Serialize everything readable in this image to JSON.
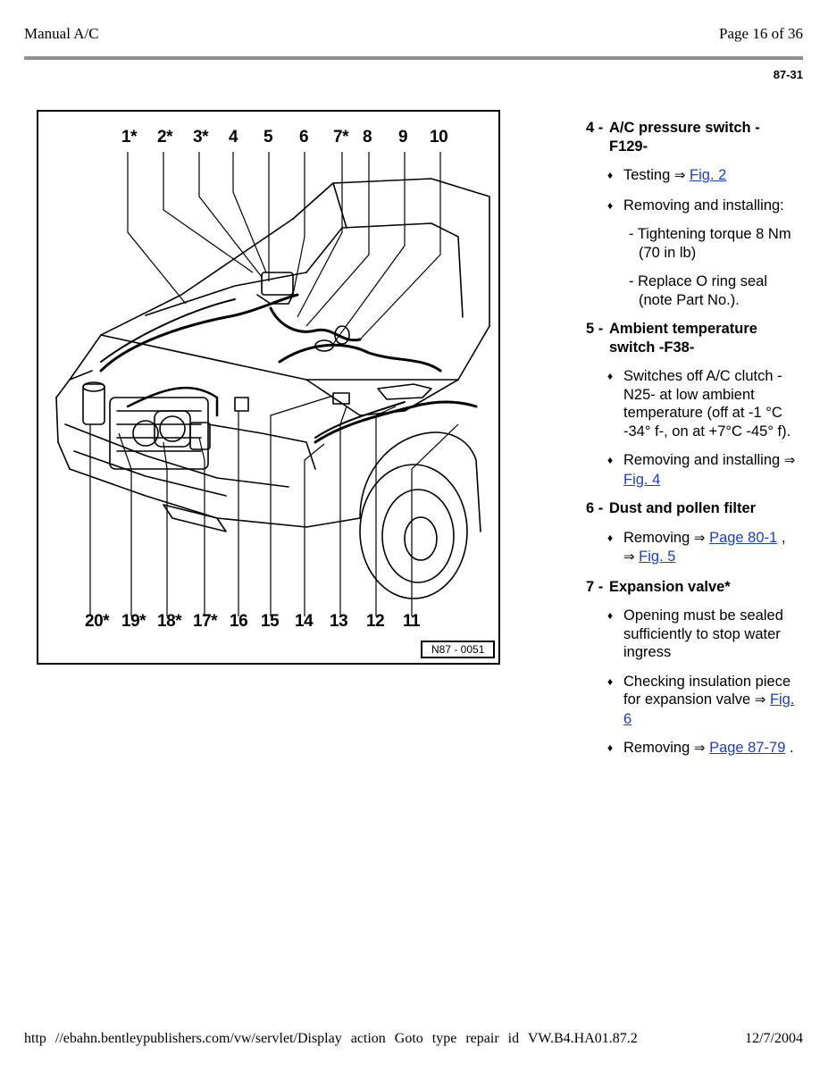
{
  "header": {
    "title": "Manual A/C",
    "page": "Page 16 of 36",
    "section_code": "87-31"
  },
  "figure": {
    "top_callouts": [
      "1*",
      "2*",
      "3*",
      "4",
      "5",
      "6",
      "7*",
      "8",
      "9",
      "10"
    ],
    "bottom_callouts": [
      "20*",
      "19*",
      "18*",
      "17*",
      "16",
      "15",
      "14",
      "13",
      "12",
      "11"
    ],
    "ref": "N87 - 0051"
  },
  "items": {
    "i4": {
      "num": "4 -",
      "title": "A/C pressure switch - F129-",
      "b1": "Testing",
      "b1_link": "Fig. 2",
      "b2": "Removing and installing:",
      "s1": "- Tightening torque 8 Nm (70 in lb)",
      "s2": "- Replace O ring seal (note Part No.)."
    },
    "i5": {
      "num": "5 -",
      "title": "Ambient temperature switch -F38-",
      "b1": "Switches off A/C clutch -N25- at low ambient temperature (off at -1 °C -34° f-, on at +7°C -45° f).",
      "b2": "Removing and installing",
      "b2_link": "Fig. 4"
    },
    "i6": {
      "num": "6 -",
      "title": "Dust and pollen filter",
      "b1": "Removing",
      "b1_link1": "Page 80-1",
      "b1_sep": ",",
      "b1_link2": "Fig. 5"
    },
    "i7": {
      "num": "7 -",
      "title": "Expansion valve*",
      "b1": "Opening must be sealed sufficiently to stop water ingress",
      "b2": "Checking insulation piece for expansion valve",
      "b2_link": "Fig. 6",
      "b3": "Removing",
      "b3_link": "Page 87-79",
      "b3_end": "."
    }
  },
  "symbols": {
    "bullet": "♦",
    "arrow": "⇒"
  },
  "footer": {
    "url": "http //ebahn.bentleypublishers.com/vw/servlet/Display action Goto type repair id VW.B4.HA01.87.2",
    "date": "12/7/2004"
  }
}
